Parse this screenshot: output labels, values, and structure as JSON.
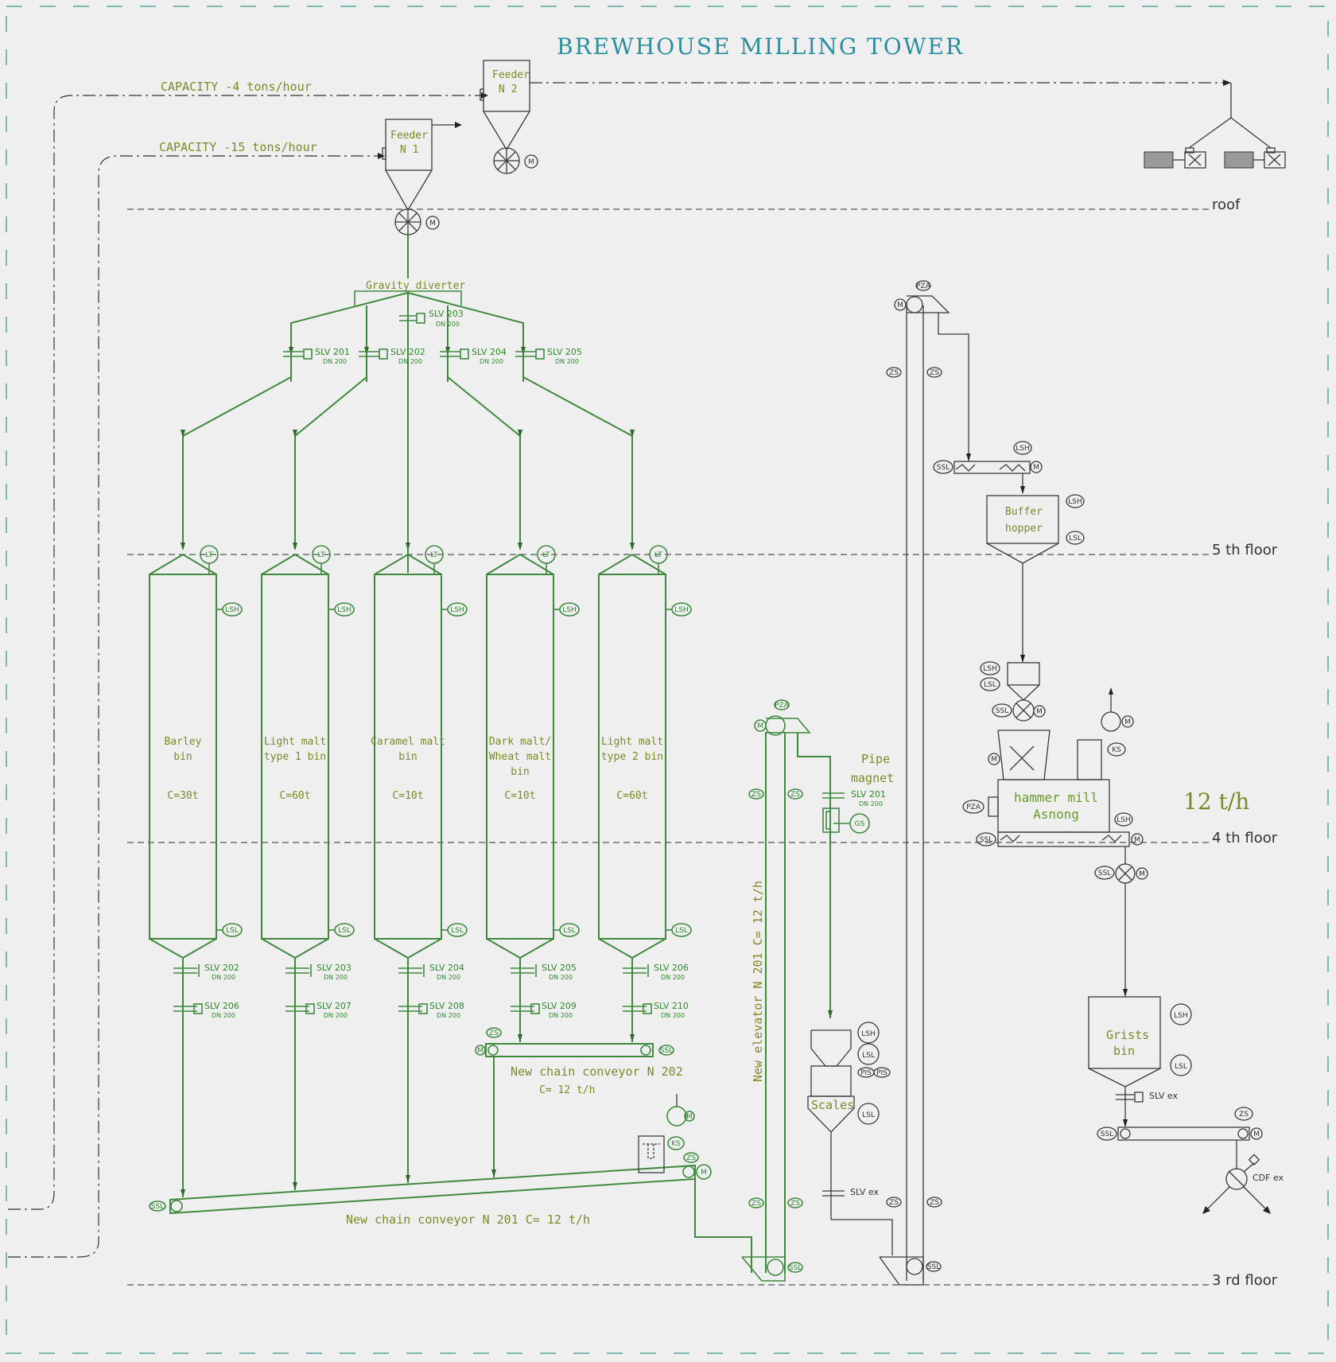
{
  "title": "BREWHOUSE MILLING TOWER",
  "feeds": {
    "capacity_top": "CAPACITY -4 tons/hour",
    "capacity_bottom": "CAPACITY -15 tons/hour"
  },
  "feeders": [
    {
      "name": "Feeder",
      "number": "N 2"
    },
    {
      "name": "Feeder",
      "number": "N 1"
    }
  ],
  "floors": {
    "roof": "roof",
    "fifth": "5 th floor",
    "fourth": "4 th floor",
    "third": "3 rd floor"
  },
  "diverter": {
    "label": "Gravity diverter",
    "valves": [
      {
        "tag": "SLV 201",
        "dn": "DN 200"
      },
      {
        "tag": "SLV 202",
        "dn": "DN 200"
      },
      {
        "tag": "SLV 203",
        "dn": "DN 200"
      },
      {
        "tag": "SLV 204",
        "dn": "DN 200"
      },
      {
        "tag": "SLV 205",
        "dn": "DN 200"
      }
    ]
  },
  "bins": [
    {
      "line1": "Barley",
      "line2": "bin",
      "line3": "",
      "capacity": "C=30t",
      "valve_upper": "SLV 202",
      "valve_lower": "SLV 206"
    },
    {
      "line1": "Light malt",
      "line2": "type 1 bin",
      "line3": "",
      "capacity": "C=60t",
      "valve_upper": "SLV 203",
      "valve_lower": "SLV 207"
    },
    {
      "line1": "Caramel malt",
      "line2": "bin",
      "line3": "",
      "capacity": "C=10t",
      "valve_upper": "SLV 204",
      "valve_lower": "SLV 208"
    },
    {
      "line1": "Dark malt/",
      "line2": "Wheat malt",
      "line3": "bin",
      "capacity": "C=10t",
      "valve_upper": "SLV 205",
      "valve_lower": "SLV 209"
    },
    {
      "line1": "Light malt",
      "line2": "type 2 bin",
      "line3": "",
      "capacity": "C=60t",
      "valve_upper": "SLV 206",
      "valve_lower": "SLV 210"
    }
  ],
  "valve_dn": "DN 200",
  "instruments": {
    "lt": "LT",
    "lsh": "LSH",
    "lsl": "LSL",
    "ssl": "SSL",
    "zs": "ZS",
    "pza": "PZA",
    "m": "M",
    "ks": "KS",
    "gs": "GS",
    "pis": "PIS"
  },
  "conveyors": {
    "c202_name": "New chain conveyor N 202",
    "c202_cap": "C= 12 t/h",
    "c201": "New chain conveyor N 201  C= 12 t/h"
  },
  "elevator": {
    "label": "New elevator N 201  C= 12 t/h"
  },
  "pipe_magnet": {
    "line1": "Pipe",
    "line2": "magnet",
    "valve": "SLV 201",
    "dn": "DN 200"
  },
  "scales": {
    "label": "Scales",
    "valve": "SLV   ex"
  },
  "buffer_hopper": {
    "line1": "Buffer",
    "line2": "hopper"
  },
  "hammer_mill": {
    "line1": "hammer mill",
    "line2": "Asnong",
    "throughput": "12 t/h"
  },
  "grists_bin": {
    "line1": "Grists",
    "line2": "bin",
    "valve": "SLV  ex"
  },
  "cdf": {
    "label": "CDF  ex"
  }
}
